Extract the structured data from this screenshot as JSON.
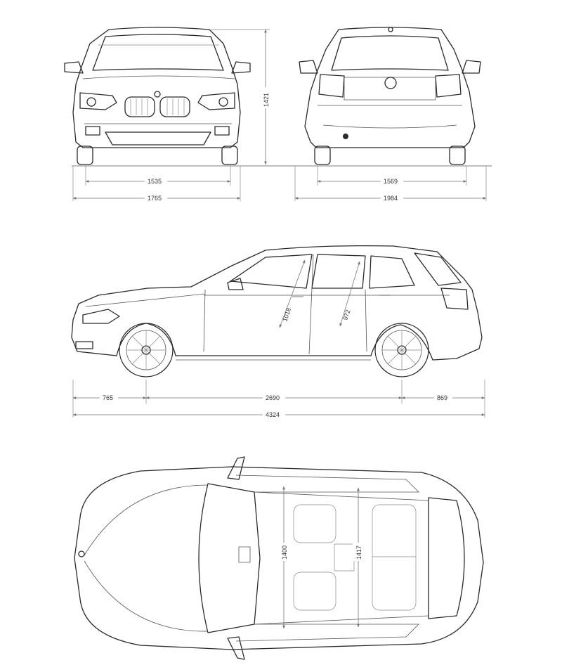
{
  "dimensions": {
    "front_height": "1421",
    "front_track": "1535",
    "front_width": "1765",
    "rear_track": "1569",
    "rear_width": "1984",
    "front_overhang": "765",
    "wheelbase": "2690",
    "rear_overhang": "869",
    "length": "4324",
    "front_door_height": "1018",
    "rear_door_height": "972",
    "front_interior_width": "1400",
    "rear_interior_width": "1417"
  }
}
